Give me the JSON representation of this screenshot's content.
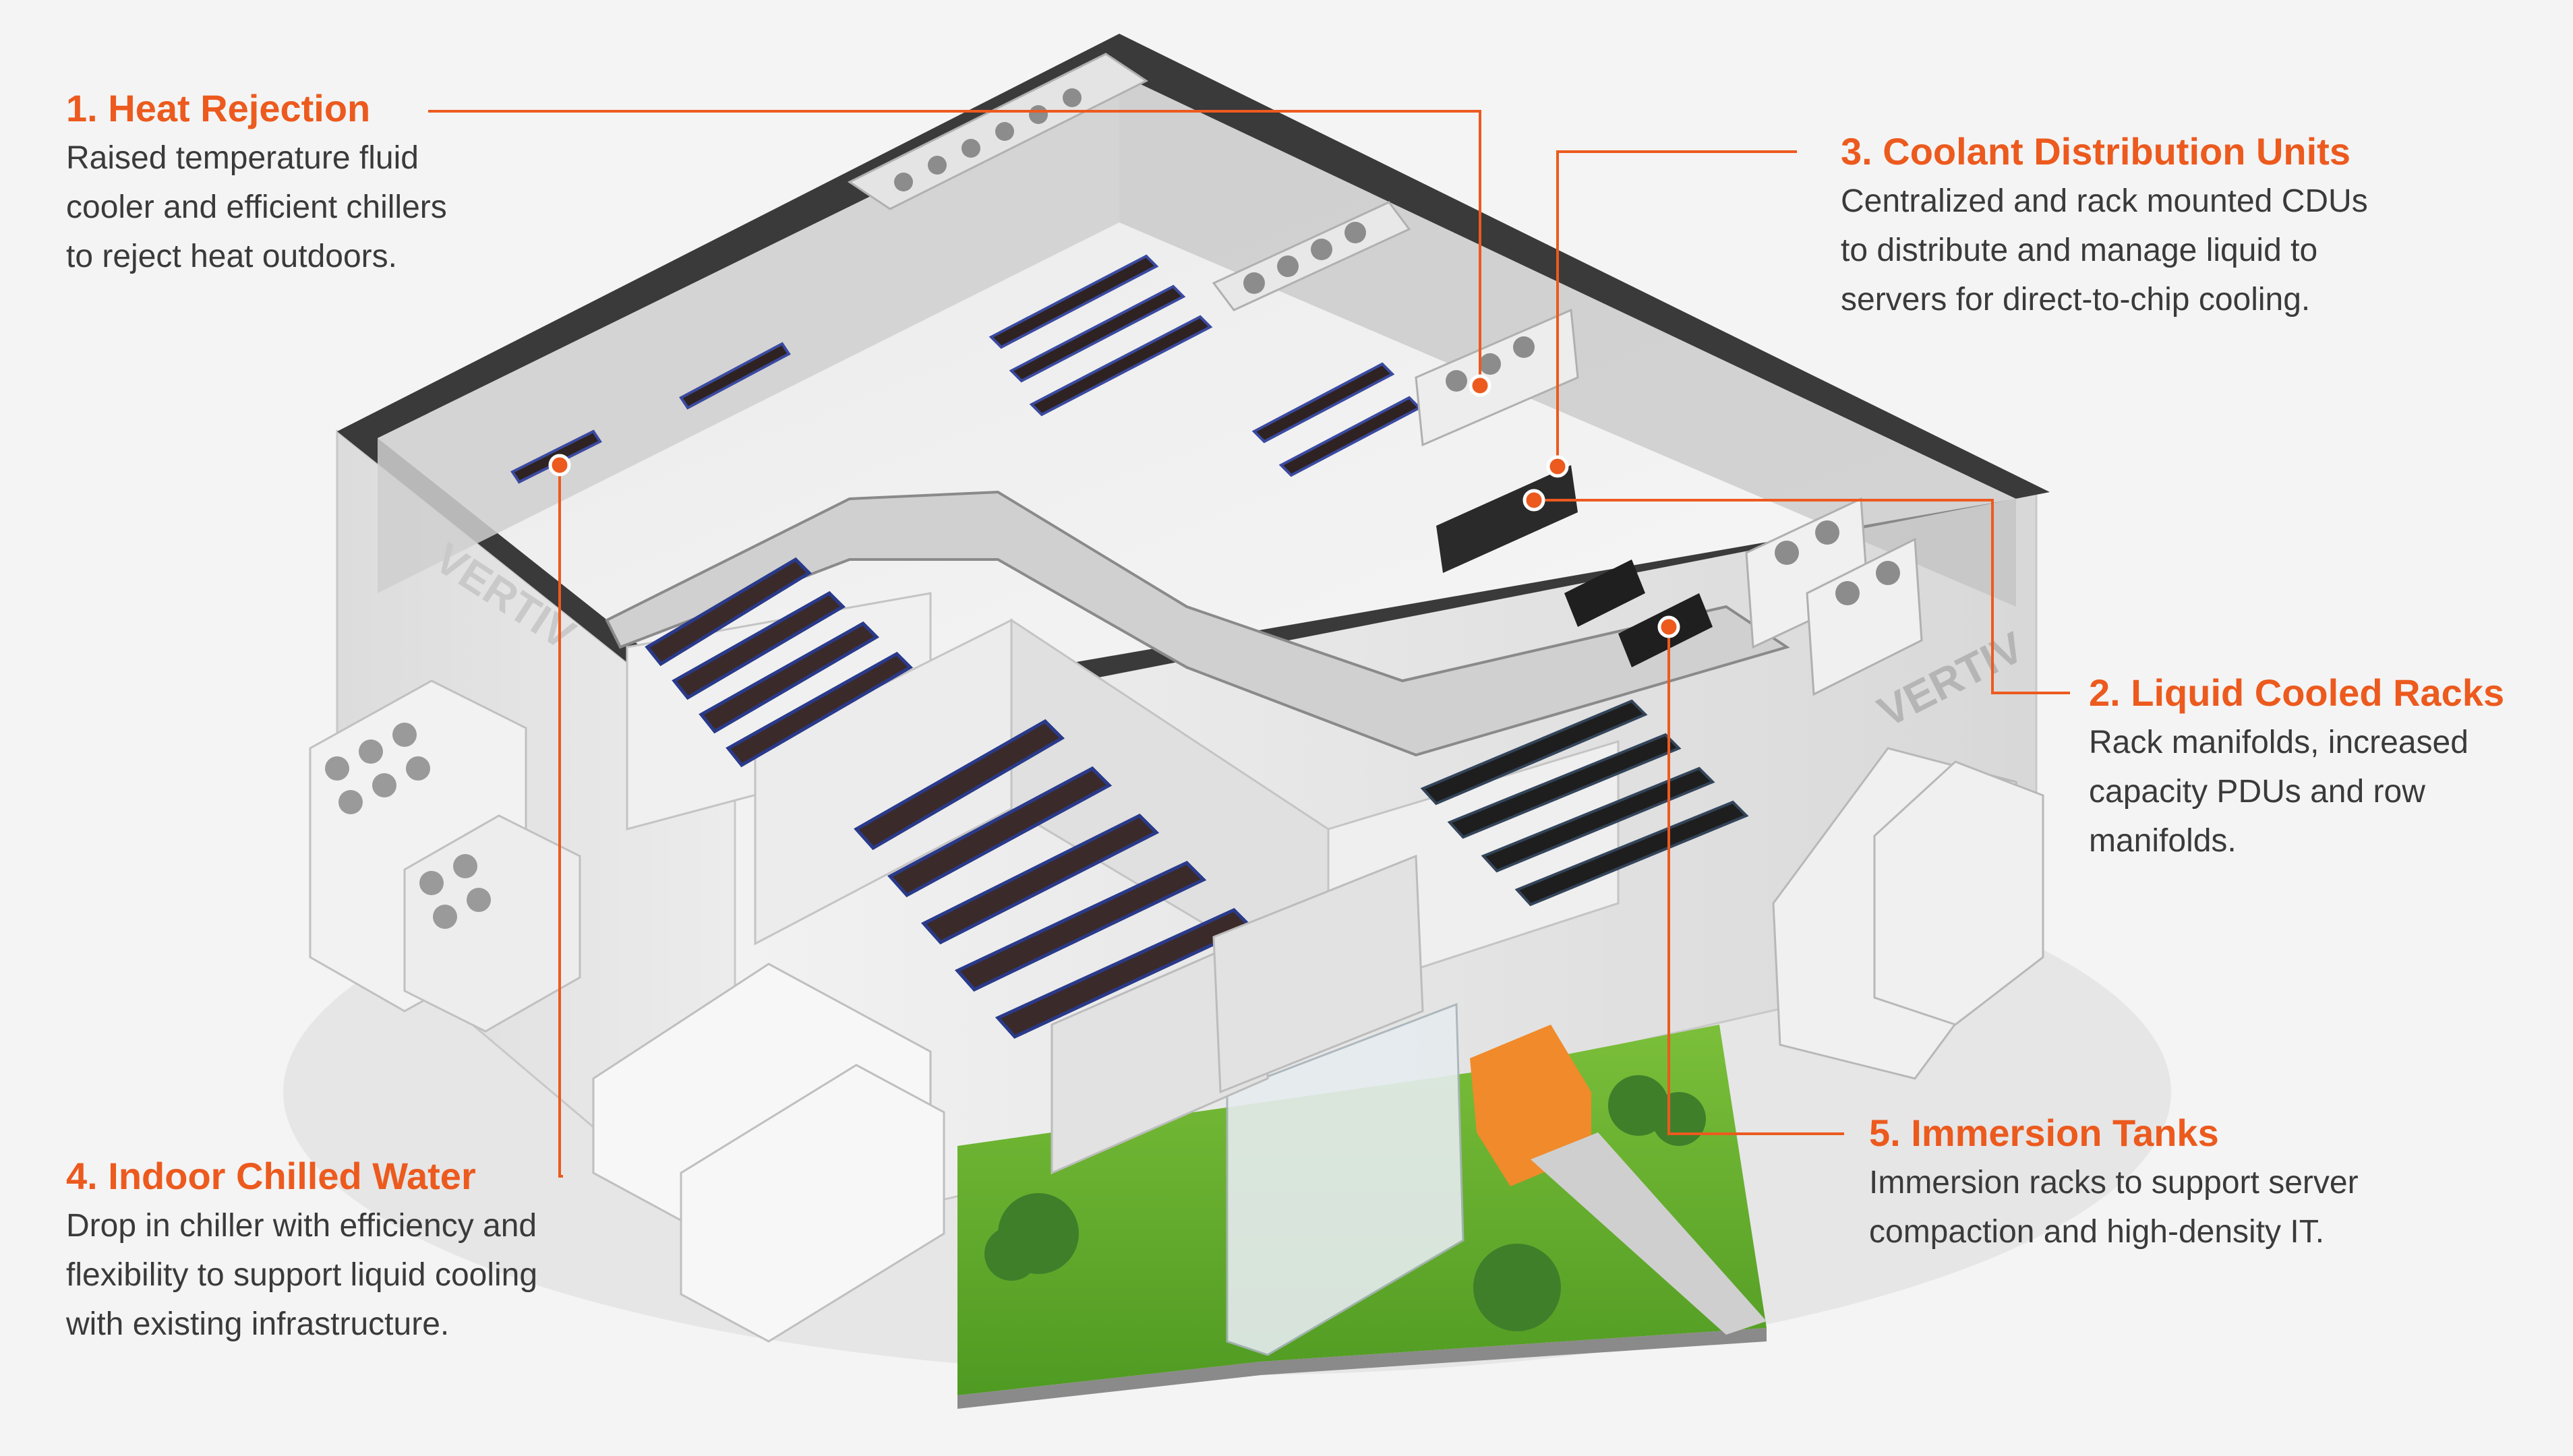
{
  "brand": {
    "logo_text": "VERTIV",
    "accent": "#ec5a1e"
  },
  "callouts": [
    {
      "id": "heat-rejection",
      "title": "1.  Heat Rejection",
      "lines": [
        "Raised temperature fluid",
        "cooler and efficient chillers",
        "to reject heat outdoors."
      ]
    },
    {
      "id": "liquid-cooled-racks",
      "title": "2. Liquid Cooled Racks",
      "lines": [
        "Rack manifolds, increased",
        "capacity PDUs and row",
        "manifolds."
      ]
    },
    {
      "id": "coolant-distribution-units",
      "title": "3. Coolant Distribution Units",
      "lines": [
        "Centralized and rack mounted CDUs",
        "to distribute and manage liquid to",
        "servers for direct-to-chip cooling."
      ]
    },
    {
      "id": "indoor-chilled-water",
      "title": "4. Indoor Chilled Water",
      "lines": [
        "Drop in chiller with efficiency and",
        "flexibility to support liquid cooling",
        "with existing infrastructure."
      ]
    },
    {
      "id": "immersion-tanks",
      "title": "5. Immersion Tanks",
      "lines": [
        "Immersion racks to support server",
        "compaction and high-density IT."
      ]
    }
  ]
}
